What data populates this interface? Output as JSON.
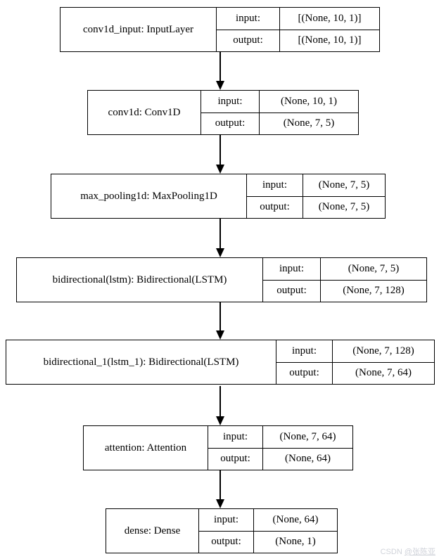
{
  "diagram": {
    "io_labels": {
      "input": "input:",
      "output": "output:"
    },
    "layers": [
      {
        "name": "conv1d_input: InputLayer",
        "input_shape": "[(None, 10, 1)]",
        "output_shape": "[(None, 10, 1)]"
      },
      {
        "name": "conv1d: Conv1D",
        "input_shape": "(None, 10, 1)",
        "output_shape": "(None, 7, 5)"
      },
      {
        "name": "max_pooling1d: MaxPooling1D",
        "input_shape": "(None, 7, 5)",
        "output_shape": "(None, 7, 5)"
      },
      {
        "name": "bidirectional(lstm): Bidirectional(LSTM)",
        "input_shape": "(None, 7, 5)",
        "output_shape": "(None, 7, 128)"
      },
      {
        "name": "bidirectional_1(lstm_1): Bidirectional(LSTM)",
        "input_shape": "(None, 7, 128)",
        "output_shape": "(None, 7, 64)"
      },
      {
        "name": "attention: Attention",
        "input_shape": "(None, 7, 64)",
        "output_shape": "(None, 64)"
      },
      {
        "name": "dense: Dense",
        "input_shape": "(None, 64)",
        "output_shape": "(None, 1)"
      }
    ],
    "colors": {
      "border": "#000000",
      "background": "#ffffff",
      "arrow": "#000000"
    }
  },
  "watermark": {
    "prefix": "CSDN ",
    "username": "@张陈亚"
  }
}
